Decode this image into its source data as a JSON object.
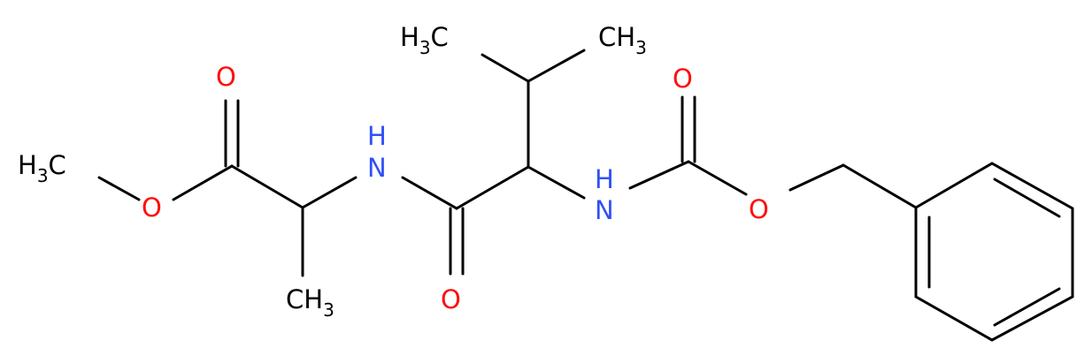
{
  "molecule": {
    "atom_labels": {
      "carbonyl_o_ester": "O",
      "ester_o": "O",
      "methoxy_h": "H",
      "methoxy_sub": "3",
      "methoxy_c": "C",
      "alanine_nh_n": "N",
      "alanine_nh_h": "H",
      "alanine_ch3_c": "CH",
      "alanine_ch3_sub": "3",
      "amide_o": "O",
      "valine_nh_h": "H",
      "valine_nh_n": "N",
      "isopropyl_left_h": "H",
      "isopropyl_left_sub": "3",
      "isopropyl_left_c": "C",
      "isopropyl_right_c": "CH",
      "isopropyl_right_sub": "3",
      "carbamate_o_double": "O",
      "carbamate_o_single": "O"
    },
    "colors": {
      "bond": "#000000",
      "oxygen": "#ff0d0d",
      "nitrogen": "#3050f8",
      "carbon": "#000000"
    }
  }
}
